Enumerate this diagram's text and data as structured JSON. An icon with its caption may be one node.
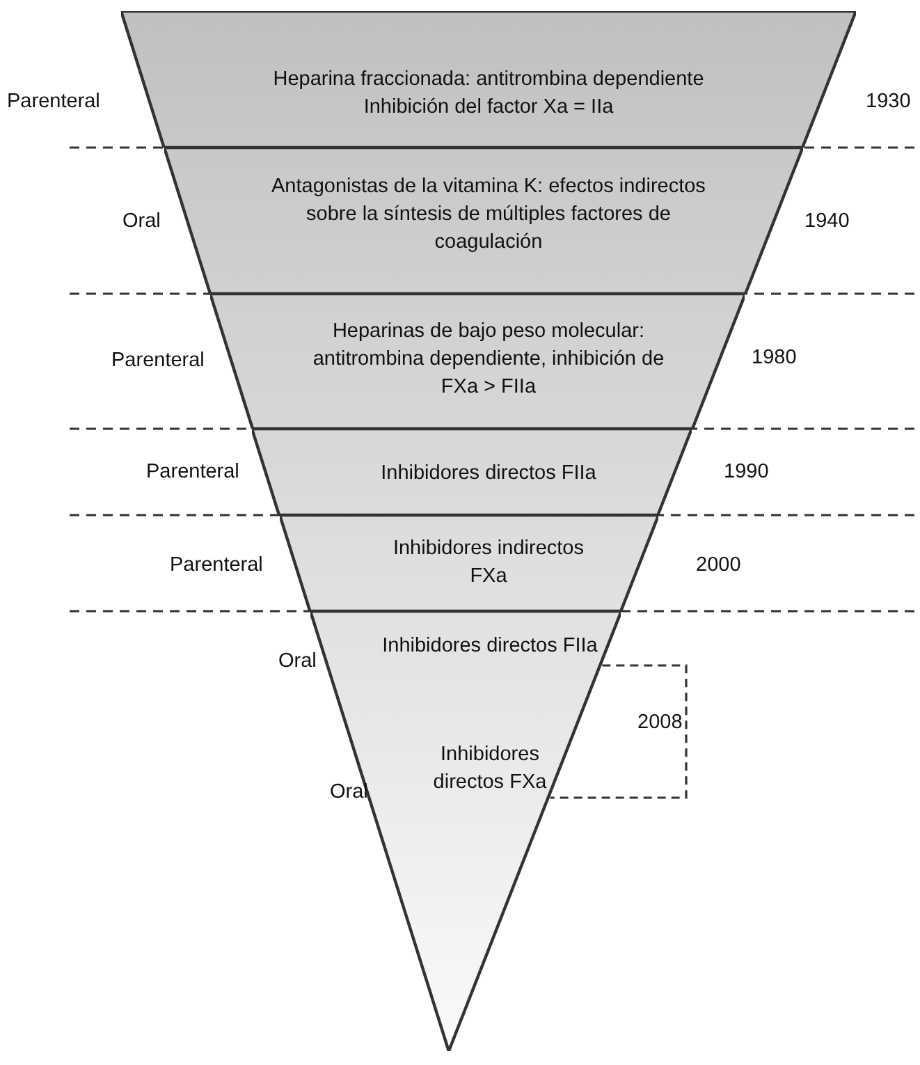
{
  "diagram": {
    "nodes": [
      {
        "text": [
          "Heparina fraccionada: antitrombina dependiente Inhibición del factor Xa = IIa"
        ],
        "beside": [
          "Parenteral",
          "1930"
        ]
      },
      {
        "text": [
          "Antagonistas de la vitamina K: efectos indirectos sobre la síntesis de múltiples factores de coagulación"
        ],
        "beside": [
          "Oral",
          "1940"
        ]
      },
      {
        "text": [
          "Heparinas de bajo peso molecular: antitrombina dependiente, inhibición de FXa > FIIa"
        ],
        "beside": [
          "Parenteral",
          "1980"
        ]
      },
      {
        "text": [
          "Inhibidores directos FIIa"
        ],
        "beside": [
          "Parenteral",
          "1990"
        ]
      },
      {
        "text": [
          "Inhibidores indirectos FXa"
        ],
        "beside": [
          "Parenteral",
          "2000"
        ]
      },
      {
        "text": [
          "Inhibidores directos FIIa",
          "Inhibidores directos FXa"
        ],
        "beside": [
          "Oral",
          "Oral",
          "2008"
        ]
      }
    ]
  }
}
